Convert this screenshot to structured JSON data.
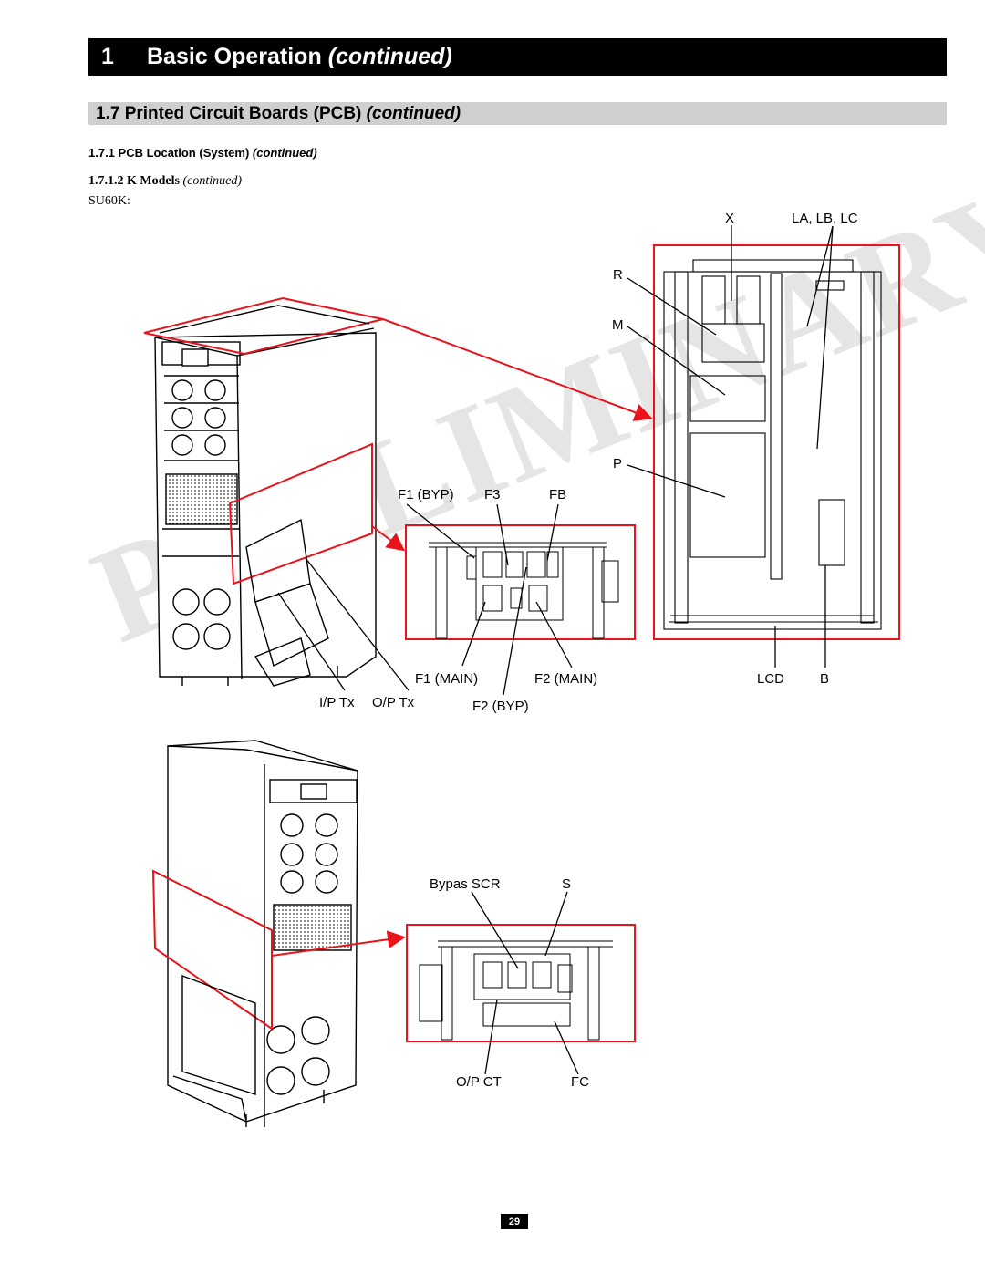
{
  "header": {
    "chapter_number": "1",
    "chapter_title": "Basic Operation",
    "chapter_suffix": "(continued)",
    "section_title": "1.7 Printed Circuit Boards (PCB)",
    "section_suffix": "(continued)",
    "subsection_title": "1.7.1  PCB Location (System)",
    "subsection_suffix": "(continued)",
    "subsub_title": "1.7.1.2  K Models",
    "subsub_suffix": "(continued)",
    "model": "SU60K:"
  },
  "labels": {
    "x": "X",
    "la_lb_lc": "LA, LB, LC",
    "r": "R",
    "m": "M",
    "p": "P",
    "f1_byp": "F1 (BYP)",
    "f3": "F3",
    "fb": "FB",
    "f1_main": "F1 (MAIN)",
    "f2_main": "F2 (MAIN)",
    "f2_byp": "F2 (BYP)",
    "ip_tx": "I/P Tx",
    "op_tx": "O/P Tx",
    "lcd": "LCD",
    "b": "B",
    "bypas_scr": "Bypas SCR",
    "s": "S",
    "op_ct": "O/P CT",
    "fc": "FC"
  },
  "watermark": "PRELIMINARY",
  "page_number": "29",
  "colors": {
    "highlight": "#e8131b",
    "bar": "#000000",
    "section_bar": "#cfcfcf"
  }
}
